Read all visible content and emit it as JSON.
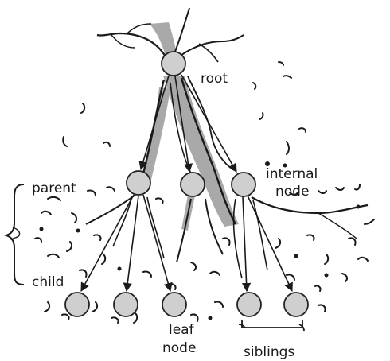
{
  "colors": {
    "background": "#ffffff",
    "node_fill": "#cfcfcf",
    "node_stroke": "#222222",
    "trunk": "#a9a9a9",
    "ink": "#1a1a1a"
  },
  "labels": {
    "root": "root",
    "internal_line1": "internal",
    "internal_line2": "node",
    "parent": "parent",
    "child": "child",
    "leaf_line1": "leaf",
    "leaf_line2": "node",
    "siblings": "siblings"
  },
  "tree": {
    "root": "root",
    "level1": [
      "left",
      "middle",
      "right"
    ],
    "level2": [
      "leaf-1",
      "leaf-2",
      "leaf-3",
      "leaf-4",
      "leaf-5"
    ],
    "edges": [
      [
        "root",
        "left"
      ],
      [
        "root",
        "middle"
      ],
      [
        "root",
        "right"
      ],
      [
        "left",
        "leaf-1"
      ],
      [
        "left",
        "leaf-2"
      ],
      [
        "left",
        "leaf-3"
      ],
      [
        "right",
        "leaf-4"
      ],
      [
        "right",
        "leaf-5"
      ]
    ]
  },
  "icons": {
    "brace": "left-curly-brace-icon",
    "sibling_bracket": "sibling-bracket-icon"
  }
}
